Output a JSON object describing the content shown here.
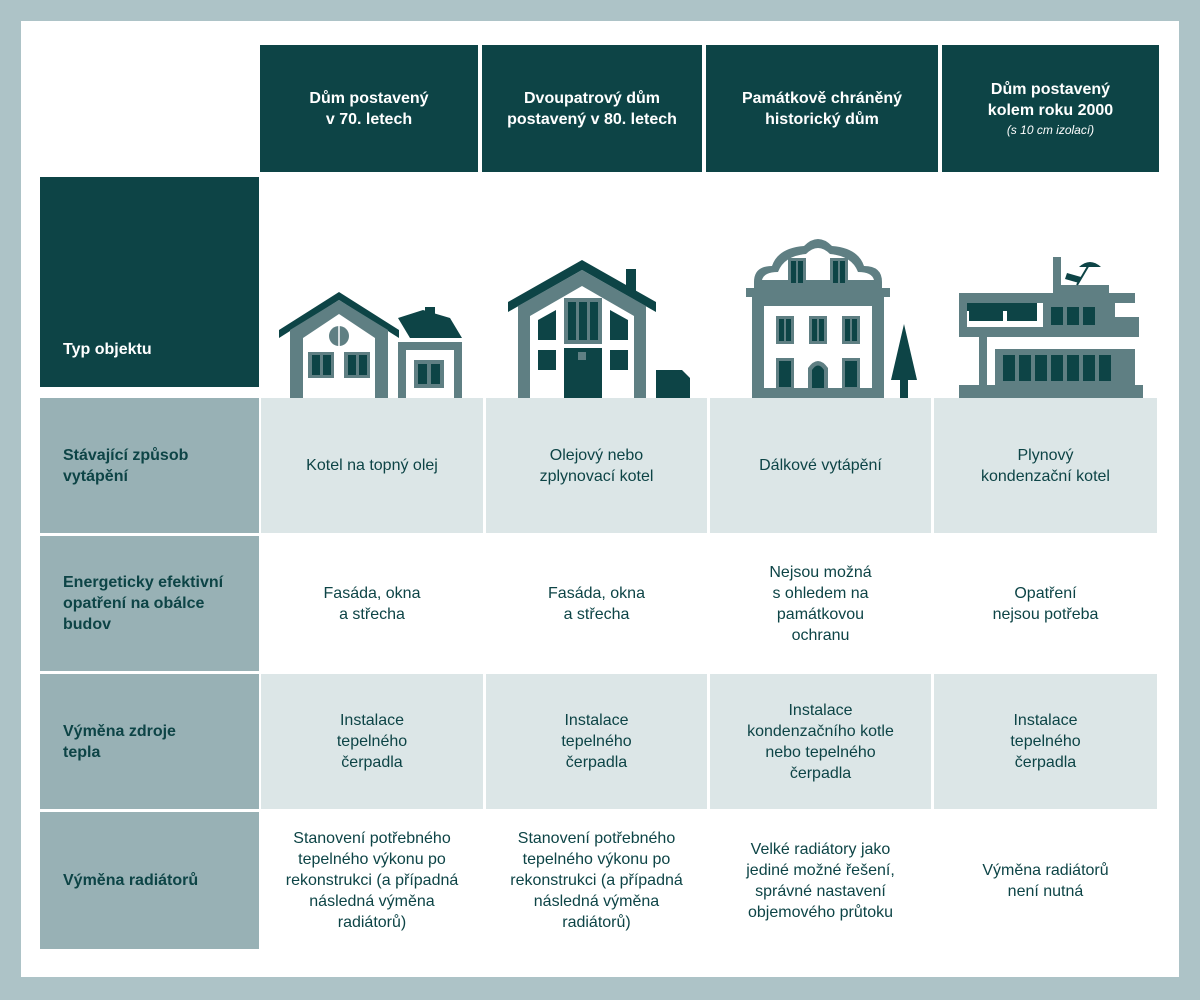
{
  "columns": [
    {
      "title": "Dům postavený\nv 70. letech",
      "subtitle": ""
    },
    {
      "title": "Dvoupatrový dům\npostavený v 80. letech",
      "subtitle": ""
    },
    {
      "title": "Památkově chráněný\nhistorický dům",
      "subtitle": ""
    },
    {
      "title": "Dům postavený\nkolem roku 2000",
      "subtitle": "(s 10 cm izolací)"
    }
  ],
  "typ_label": "Typ objektu",
  "rows": [
    {
      "label": "Stávající způsob\nvytápění",
      "cells": [
        "Kotel na topný olej",
        "Olejový nebo\nzplynovací kotel",
        "Dálkové vytápění",
        "Plynový\nkondenzační kotel"
      ]
    },
    {
      "label": "Energeticky efektivní\nopatření na obálce\nbudov",
      "cells": [
        "Fasáda, okna\na střecha",
        "Fasáda, okna\na střecha",
        "Nejsou možná\ns ohledem na\npamátkovou\nochranu",
        "Opatření\nnejsou potřeba"
      ]
    },
    {
      "label": "Výměna zdroje\ntepla",
      "cells": [
        "Instalace\ntepelného\nčerpadla",
        "Instalace\ntepelného\nčerpadla",
        "Instalace\nkondenzačního kotle\nnebo tepelného\nčerpadla",
        "Instalace\ntepelného\nčerpadla"
      ]
    },
    {
      "label": "Výměna radiátorů",
      "cells": [
        "Stanovení potřebného\ntepelného výkonu po\nrekonstrukci (a případná\nnásledná výměna\nradiátorů)",
        "Stanovení potřebného\ntepelného výkonu po\nrekonstrukci (a případná\nnásledná výměna\nradiátorů)",
        "Velké radiátory jako\njediné možné řešení,\nsprávné nastavení\nobjemového průtoku",
        "Výměna radiátorů\nnení nutná"
      ]
    }
  ],
  "colors": {
    "dark": "#0d4446",
    "mid": "#5f7f83",
    "label_bg": "#98b1b5",
    "tint": "#dce6e7",
    "frame": "#adc3c7"
  },
  "icons": [
    "house-70s-icon",
    "house-80s-icon",
    "historic-house-icon",
    "modern-house-icon",
    "tree-icon",
    "umbrella-icon"
  ]
}
